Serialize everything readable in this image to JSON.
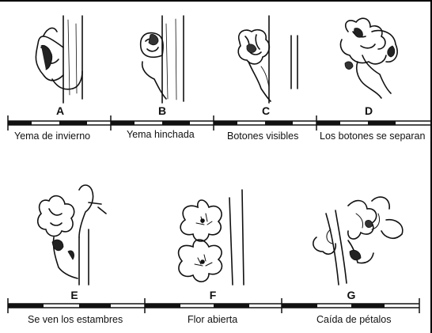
{
  "stages_row1": [
    {
      "letter": "A",
      "caption": "Yema de invierno",
      "icon": "winter-bud-illustration"
    },
    {
      "letter": "B",
      "caption": "Yema hinchada",
      "icon": "swollen-bud-illustration"
    },
    {
      "letter": "C",
      "caption": "Botones visibles",
      "icon": "visible-buds-illustration"
    },
    {
      "letter": "D",
      "caption": "Los botones se separan",
      "icon": "separating-buds-illustration"
    }
  ],
  "stages_row2": [
    {
      "letter": "E",
      "caption": "Se ven los estambres",
      "icon": "stamens-visible-illustration"
    },
    {
      "letter": "F",
      "caption": "Flor abierta",
      "icon": "open-flower-illustration"
    },
    {
      "letter": "G",
      "caption": "Caída de pétalos",
      "icon": "petal-fall-illustration"
    }
  ],
  "colors": {
    "ink": "#111111",
    "background": "#ffffff"
  }
}
